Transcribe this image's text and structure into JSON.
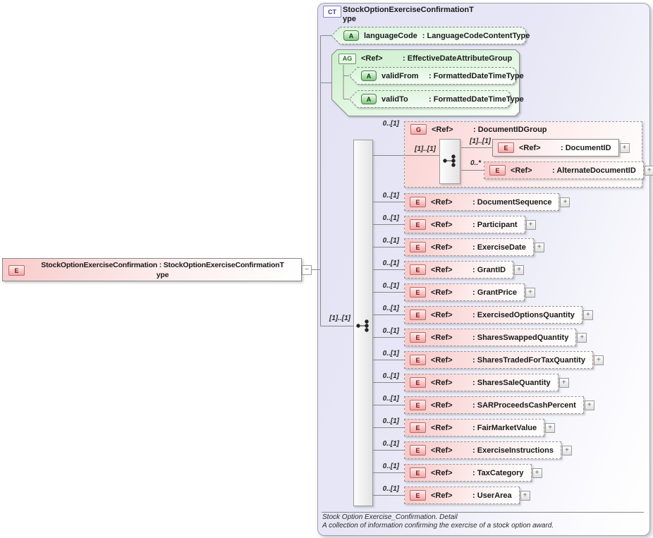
{
  "icons": {
    "element": "E",
    "attribute": "A",
    "attribute_group": "AG",
    "group": "G",
    "complex_type": "CT",
    "expand": "+",
    "collapse": "−"
  },
  "colors": {
    "element_pink": "#f7c7c7",
    "attribute_green": "#d9f2d9",
    "container_lavender": "#e2e2f4",
    "icon_red_text": "#7a1515",
    "ct_blue_text": "#3c3c96"
  },
  "root_element": {
    "title_line1": "StockOptionExerciseConfirmation : StockOptionExerciseConfirmationT",
    "title_line2": "ype"
  },
  "complex_type": {
    "title_line1": "StockOptionExerciseConfirmationT",
    "title_line2": "ype",
    "footer_line1": "Stock Option Exercise_Confirmation. Detail",
    "footer_line2": "A collection of information confirming the exercise of a stock option award."
  },
  "attributes": {
    "language_code": {
      "name": "languageCode",
      "type": "LanguageCodeContentType"
    },
    "effective_date_group": {
      "ref": "<Ref>",
      "type": "EffectiveDateAttributeGroup",
      "children": [
        {
          "name": "validFrom",
          "type": "FormattedDateTimeType"
        },
        {
          "name": "validTo",
          "type": "FormattedDateTimeType"
        }
      ]
    }
  },
  "sequence": {
    "cardinality": "[1]..[1]"
  },
  "document_id_group": {
    "cardinality": "0..[1]",
    "ref": "<Ref>",
    "name": "DocumentIDGroup",
    "sequence_cardinality": "[1]..[1]",
    "children": [
      {
        "cardinality": "[1]..[1]",
        "ref": "<Ref>",
        "name": "DocumentID"
      },
      {
        "cardinality": "0..*",
        "ref": "<Ref>",
        "name": "AlternateDocumentID"
      }
    ]
  },
  "elements": [
    {
      "cardinality": "0..[1]",
      "ref": "<Ref>",
      "name": "DocumentSequence"
    },
    {
      "cardinality": "0..[1]",
      "ref": "<Ref>",
      "name": "Participant"
    },
    {
      "cardinality": "0..[1]",
      "ref": "<Ref>",
      "name": "ExerciseDate"
    },
    {
      "cardinality": "0..[1]",
      "ref": "<Ref>",
      "name": "GrantID"
    },
    {
      "cardinality": "0..[1]",
      "ref": "<Ref>",
      "name": "GrantPrice"
    },
    {
      "cardinality": "0..[1]",
      "ref": "<Ref>",
      "name": "ExercisedOptionsQuantity"
    },
    {
      "cardinality": "0..[1]",
      "ref": "<Ref>",
      "name": "SharesSwappedQuantity"
    },
    {
      "cardinality": "0..[1]",
      "ref": "<Ref>",
      "name": "SharesTradedForTaxQuantity"
    },
    {
      "cardinality": "0..[1]",
      "ref": "<Ref>",
      "name": "SharesSaleQuantity"
    },
    {
      "cardinality": "0..[1]",
      "ref": "<Ref>",
      "name": "SARProceedsCashPercent"
    },
    {
      "cardinality": "0..[1]",
      "ref": "<Ref>",
      "name": "FairMarketValue"
    },
    {
      "cardinality": "0..[1]",
      "ref": "<Ref>",
      "name": "ExerciseInstructions"
    },
    {
      "cardinality": "0..[1]",
      "ref": "<Ref>",
      "name": "TaxCategory"
    },
    {
      "cardinality": "0..[1]",
      "ref": "<Ref>",
      "name": "UserArea"
    }
  ]
}
